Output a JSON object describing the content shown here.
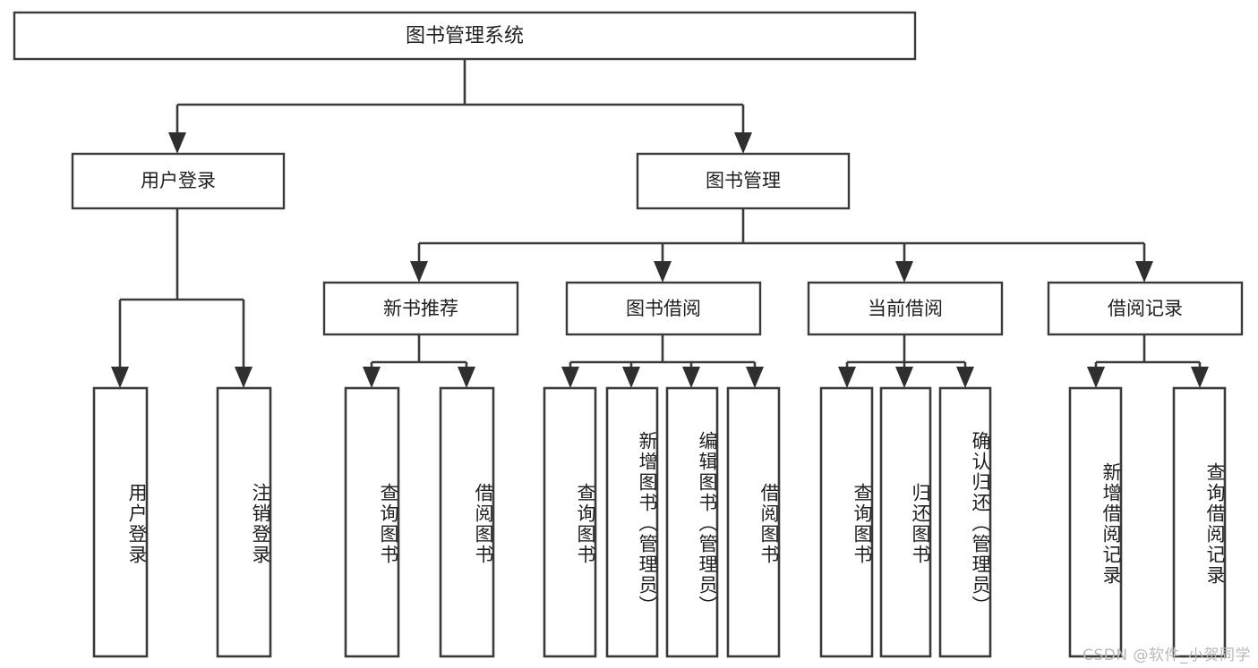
{
  "diagram": {
    "title": "图书管理系统",
    "type": "tree-hierarchy-chart",
    "orientation": "top-down",
    "colors": {
      "box_stroke": "#3a3a3a",
      "box_fill": "#ffffff",
      "connector": "#3a3a3a",
      "arrow": "#2f2f2f",
      "text": "#1f1f1f",
      "background": "#ffffff",
      "watermark": "#b9b9b9"
    },
    "root": {
      "label": "图书管理系统"
    },
    "level2": [
      {
        "label": "用户登录"
      },
      {
        "label": "图书管理"
      }
    ],
    "level3": [
      {
        "label": "新书推荐"
      },
      {
        "label": "图书借阅"
      },
      {
        "label": "当前借阅"
      },
      {
        "label": "借阅记录"
      }
    ],
    "leaves": {
      "user_login": [
        {
          "label": "用户登录"
        },
        {
          "label": "注销登录"
        }
      ],
      "new_book_recommend": [
        {
          "label": "查询图书"
        },
        {
          "label": "借阅图书"
        }
      ],
      "book_borrow": [
        {
          "label": "查询图书"
        },
        {
          "label": "新增图书（管理员）"
        },
        {
          "label": "编辑图书（管理员）"
        },
        {
          "label": "借阅图书"
        }
      ],
      "current_borrow": [
        {
          "label": "查询图书"
        },
        {
          "label": "归还图书"
        },
        {
          "label": "确认归还（管理员）"
        }
      ],
      "borrow_record": [
        {
          "label": "新增借阅记录"
        },
        {
          "label": "查询借阅记录"
        }
      ]
    }
  },
  "watermark": {
    "text": "CSDN @软件_小贺同学"
  }
}
